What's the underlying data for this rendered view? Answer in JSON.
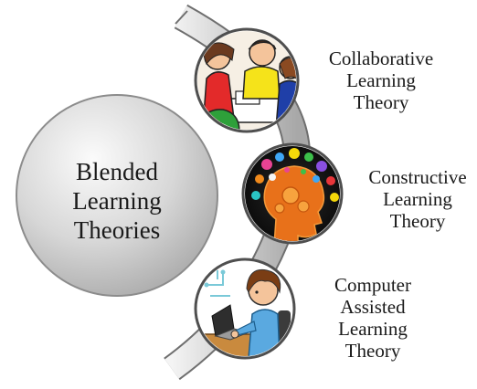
{
  "center": {
    "lines": [
      "Blended",
      "Learning",
      "Theories"
    ]
  },
  "items": [
    {
      "lines": [
        "Collaborative",
        "Learning",
        "Theory"
      ],
      "icon": "collaborative-group-icon"
    },
    {
      "lines": [
        "Constructive",
        "Learning",
        "Theory"
      ],
      "icon": "brain-head-icon"
    },
    {
      "lines": [
        "Computer",
        "Assisted",
        "Learning",
        "Theory"
      ],
      "icon": "child-computer-icon"
    }
  ],
  "colors": {
    "arc_light": "#d9d9d9",
    "arc_dark": "#7a7a7a",
    "center_circle": "#cfcfcf",
    "item_border": "#555555"
  }
}
